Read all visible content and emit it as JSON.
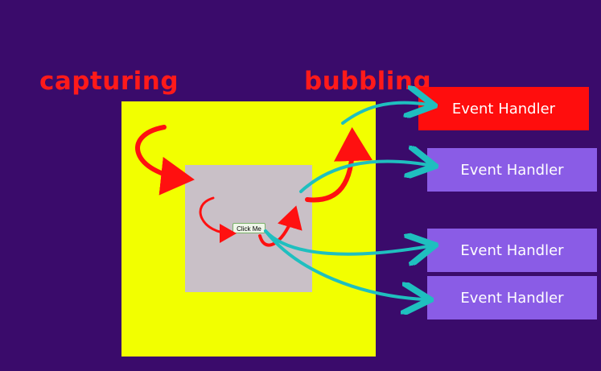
{
  "labels": {
    "capturing": "capturing",
    "bubbling": "bubbling"
  },
  "button": {
    "label": "Click Me"
  },
  "handlers": [
    {
      "label": "Event Handler",
      "color": "#ff0d0d"
    },
    {
      "label": "Event Handler",
      "color": "#8a5ce6"
    },
    {
      "label": "Event Handler",
      "color": "#8a5ce6"
    },
    {
      "label": "Event Handler",
      "color": "#8a5ce6"
    }
  ],
  "colors": {
    "background": "#3a0b6b",
    "outer_box": "#f2ff00",
    "inner_box": "#c9c0c7",
    "red_arrow": "#ff1010",
    "teal_arrow": "#1fbfbf"
  }
}
